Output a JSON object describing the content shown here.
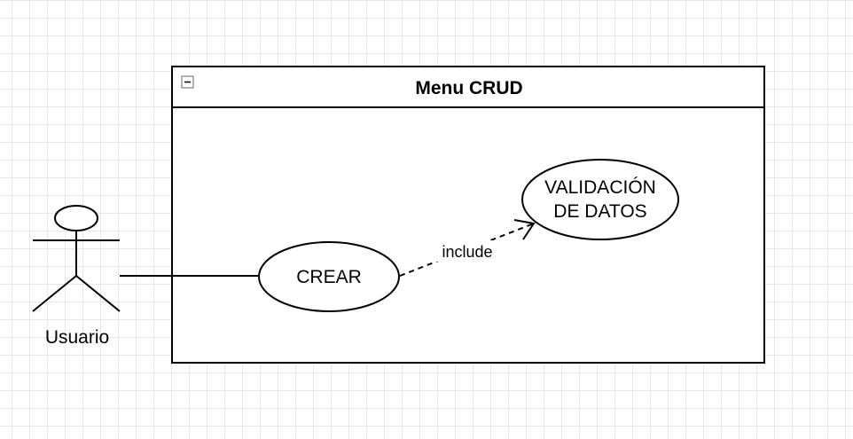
{
  "diagram": {
    "system": {
      "title": "Menu CRUD",
      "collapse_symbol": "−"
    },
    "actor": {
      "name": "Usuario"
    },
    "use_cases": {
      "crear": "CREAR",
      "validacion_line1": "VALIDACIÓN",
      "validacion_line2": "DE DATOS"
    },
    "relationship": {
      "label": "include"
    },
    "colors": {
      "stroke": "#000000",
      "fill": "#ffffff",
      "grid": "#e6e6e6"
    }
  }
}
